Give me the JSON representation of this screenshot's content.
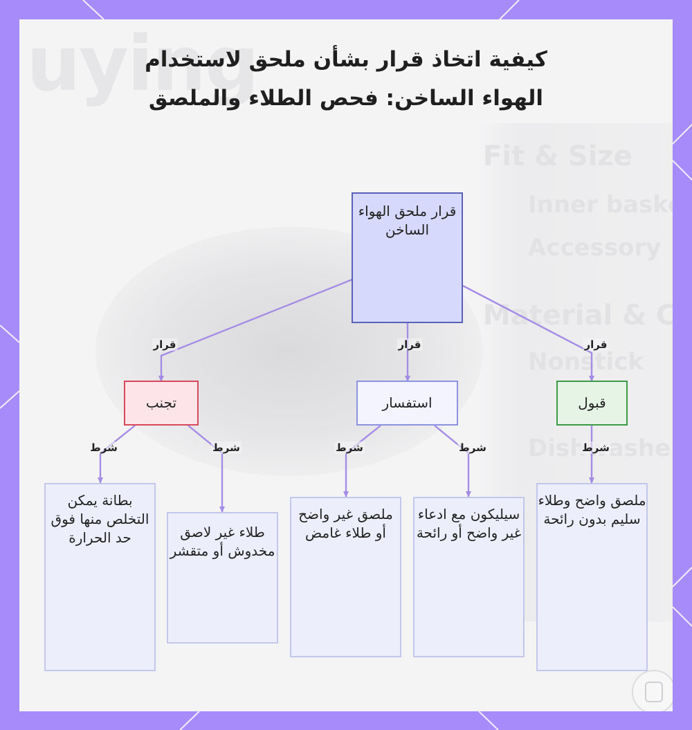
{
  "title": "كيفية اتخاذ قرار بشأن ملحق لاستخدام الهواء الساخن: فحص الطلاء والملصق",
  "background": {
    "word": "uying",
    "ghost_texts": [
      "Fit & Size",
      "Inner basket",
      "Accessory",
      "Material & C",
      "Nonstick",
      "Dishwasher"
    ]
  },
  "nodes": {
    "root": "قرار ملحق الهواء الساخن",
    "avoid": "تجنب",
    "inquire": "استفسار",
    "accept": "قبول",
    "leaf_liner": "بطانة يمكن التخلص منها فوق حد الحرارة",
    "leaf_coating": "طلاء غير لاصق مخدوش أو متقشر",
    "leaf_unclear": "ملصق غير واضح أو طلاء غامض",
    "leaf_silicone": "سيليكون مع ادعاء غير واضح أو رائحة",
    "leaf_clear": "ملصق واضح وطلاء سليم بدون رائحة"
  },
  "edge_labels": {
    "decision": "قرار",
    "condition": "شرط"
  },
  "colors": {
    "frame": "#a78bfa",
    "connector": "#a48be6",
    "root_fill": "#d6d9fb",
    "avoid_border": "#d9475a",
    "accept_border": "#3a9a46"
  }
}
